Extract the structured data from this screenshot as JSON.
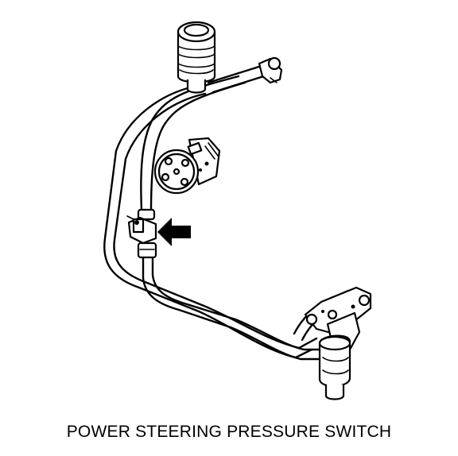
{
  "caption": "POWER STEERING PRESSURE SWITCH",
  "colors": {
    "line": "#000000",
    "background": "#ffffff"
  },
  "components": {
    "reservoir": "fluid-reservoir",
    "pump": "power-steering-pump",
    "pressure_switch": "pressure-switch",
    "arrow": "pointer-arrow",
    "gear": "steering-gear",
    "lines": "hydraulic-hose-lines"
  }
}
